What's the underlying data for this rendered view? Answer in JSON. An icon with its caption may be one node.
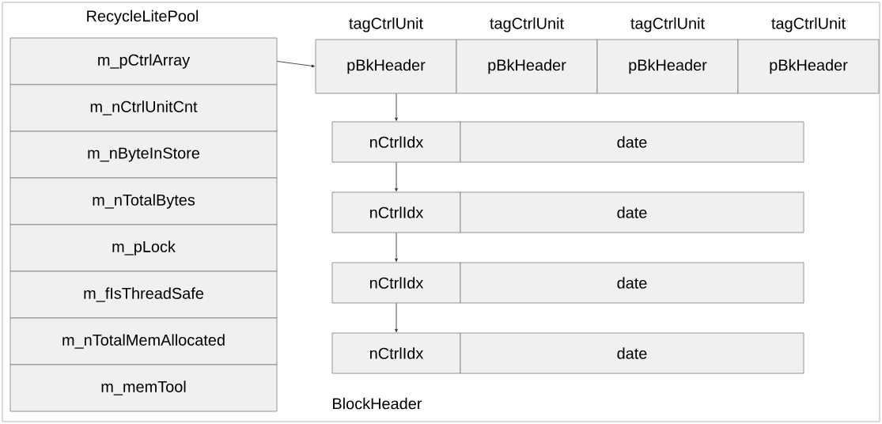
{
  "diagram": {
    "nodes": [
      {
        "text": [
          "m_pCtrlArray"
        ]
      },
      {
        "text": [
          "m_nCtrlUnitCnt"
        ]
      },
      {
        "text": [
          "m_nByteInStore"
        ]
      },
      {
        "text": [
          "m_nTotalBytes"
        ]
      },
      {
        "text": [
          "m_pLock"
        ]
      },
      {
        "text": [
          "m_fIsThreadSafe"
        ]
      },
      {
        "text": [
          "m_nTotalMemAllocated"
        ]
      },
      {
        "text": [
          "m_memTool"
        ]
      },
      {
        "text": [
          "tagCtrlUnit",
          "pBkHeader"
        ]
      },
      {
        "text": [
          "tagCtrlUnit",
          "pBkHeader"
        ]
      },
      {
        "text": [
          "tagCtrlUnit",
          "pBkHeader"
        ]
      },
      {
        "text": [
          "tagCtrlUnit",
          "pBkHeader"
        ]
      },
      {
        "text": [
          "nCtrlIdx"
        ]
      },
      {
        "text": [
          "date"
        ]
      },
      {
        "text": [
          "nCtrlIdx"
        ]
      },
      {
        "text": [
          "date"
        ]
      },
      {
        "text": [
          "nCtrlIdx"
        ]
      },
      {
        "text": [
          "date"
        ]
      },
      {
        "text": [
          "nCtrlIdx"
        ]
      },
      {
        "text": [
          "date"
        ]
      }
    ],
    "edges": [
      {
        "from": 0,
        "to": 8,
        "arrow": "to"
      },
      {
        "from": 8,
        "to": 12,
        "arrow": "to"
      },
      {
        "from": 12,
        "to": 14,
        "arrow": "to"
      },
      {
        "from": 14,
        "to": 16,
        "arrow": "to"
      },
      {
        "from": 16,
        "to": 18,
        "arrow": "to"
      }
    ],
    "labels": [
      "RecycleLitePool",
      "BlockHeader"
    ]
  }
}
